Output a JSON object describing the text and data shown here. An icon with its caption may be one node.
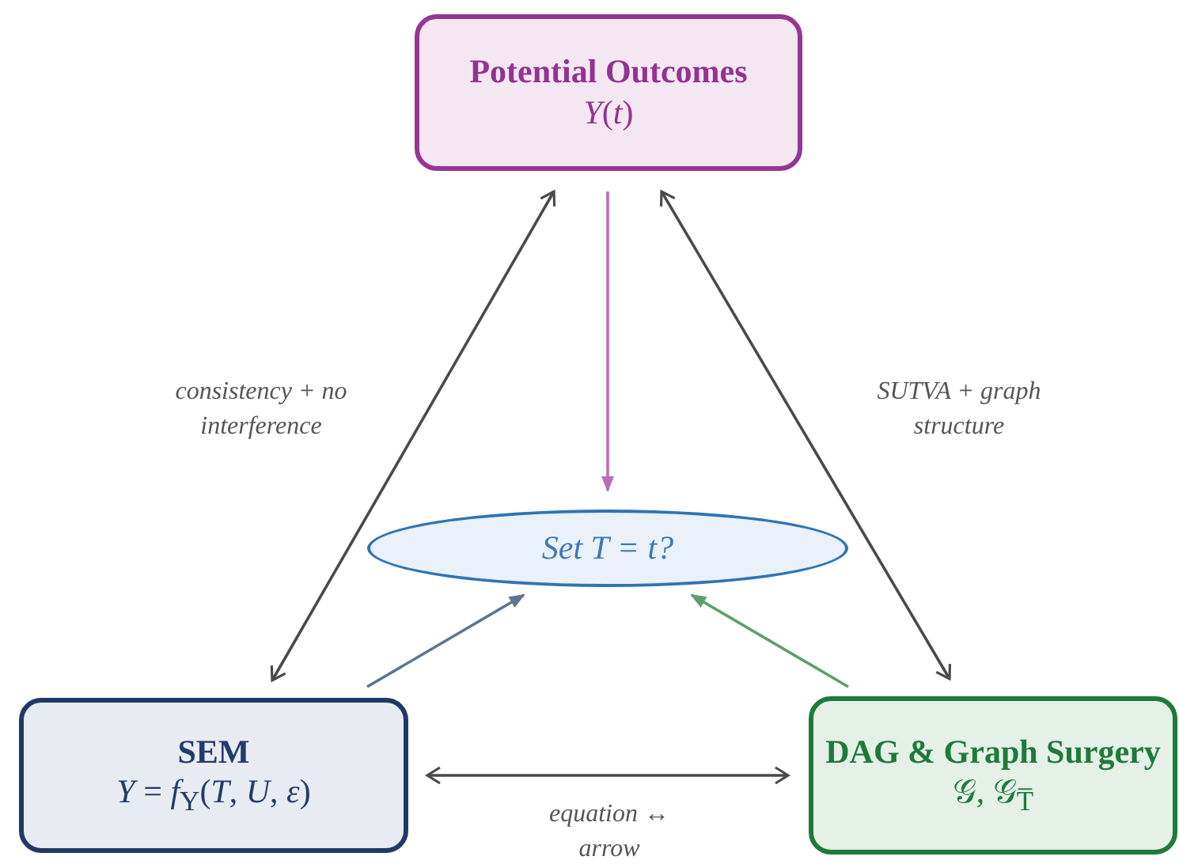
{
  "diagram": {
    "nodes": [
      {
        "text": [
          "Potential Outcomes",
          "*Y*(*t*)"
        ]
      },
      {
        "text": [
          "Set *T* = *t*?"
        ]
      },
      {
        "text": [
          "SEM",
          "*Y* = *f*$_{Y}$(*T*, *U*, *ε*)"
        ]
      },
      {
        "text": [
          "DAG & Graph Surgery",
          "𝒢,  𝒢$_{T̅}$"
        ]
      }
    ],
    "edges": [
      {
        "from": 2,
        "to": 0,
        "arrow": "both",
        "label": "consistency + no interference"
      },
      {
        "from": 3,
        "to": 0,
        "arrow": "both",
        "label": "SUTVA + graph structure"
      },
      {
        "from": 0,
        "to": 1,
        "arrow": "to",
        "color": "#b46fb6"
      },
      {
        "from": 2,
        "to": 1,
        "arrow": "to",
        "color": "#5f7591"
      },
      {
        "from": 3,
        "to": 1,
        "arrow": "to",
        "color": "#5e9f6c"
      },
      {
        "from": 2,
        "to": 3,
        "arrow": "both",
        "label": "equation ↔ arrow"
      }
    ]
  }
}
